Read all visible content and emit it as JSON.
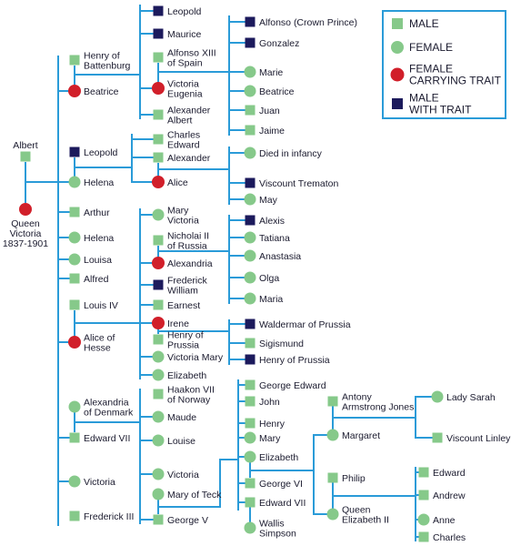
{
  "colors": {
    "line": "#2a9bd8",
    "male": "#86c98a",
    "female": "#86c98a",
    "female_trait": "#d11f2a",
    "male_trait": "#1c1a5c",
    "text": "#1a1a2e",
    "legend_border": "#2a9bd8"
  },
  "legend": [
    {
      "type": "male",
      "label_lines": [
        "MALE"
      ]
    },
    {
      "type": "female",
      "label_lines": [
        "FEMALE"
      ]
    },
    {
      "type": "female_trait",
      "label_lines": [
        "FEMALE",
        "CARRYING TRAIT"
      ]
    },
    {
      "type": "male_trait",
      "label_lines": [
        "MALE",
        "WITH TRAIT"
      ]
    }
  ],
  "people": [
    {
      "id": "albert",
      "type": "male",
      "label_lines": [
        "Albert"
      ],
      "label_pos": "above"
    },
    {
      "id": "victoria_q",
      "type": "female_trait",
      "label_lines": [
        "Queen",
        "Victoria",
        "1837-1901"
      ],
      "label_pos": "below"
    },
    {
      "id": "henry_batt",
      "type": "male",
      "label_lines": [
        "Henry of",
        "Battenburg"
      ]
    },
    {
      "id": "beatrice",
      "type": "female_trait",
      "label_lines": [
        "Beatrice"
      ]
    },
    {
      "id": "leopold_s",
      "type": "male_trait",
      "label_lines": [
        "Leopold"
      ]
    },
    {
      "id": "helena1",
      "type": "female",
      "label_lines": [
        "Helena"
      ]
    },
    {
      "id": "arthur",
      "type": "male",
      "label_lines": [
        "Arthur"
      ]
    },
    {
      "id": "helena2",
      "type": "female",
      "label_lines": [
        "Helena"
      ]
    },
    {
      "id": "louisa",
      "type": "female",
      "label_lines": [
        "Louisa"
      ]
    },
    {
      "id": "alfred",
      "type": "male",
      "label_lines": [
        "Alfred"
      ]
    },
    {
      "id": "louis4",
      "type": "male",
      "label_lines": [
        "Louis IV"
      ]
    },
    {
      "id": "alice_h",
      "type": "female_trait",
      "label_lines": [
        "Alice of",
        "Hesse"
      ]
    },
    {
      "id": "alexandria_d",
      "type": "female",
      "label_lines": [
        "Alexandria",
        "of Denmark"
      ]
    },
    {
      "id": "edward7",
      "type": "male",
      "label_lines": [
        "Edward VII"
      ]
    },
    {
      "id": "victoria_d",
      "type": "female",
      "label_lines": [
        "Victoria"
      ]
    },
    {
      "id": "frederick3",
      "type": "male",
      "label_lines": [
        "Frederick III"
      ]
    },
    {
      "id": "leopold_b",
      "type": "male_trait",
      "label_lines": [
        "Leopold"
      ]
    },
    {
      "id": "maurice",
      "type": "male_trait",
      "label_lines": [
        "Maurice"
      ]
    },
    {
      "id": "alfonso13",
      "type": "male",
      "label_lines": [
        "Alfonso XIII",
        "of Spain"
      ]
    },
    {
      "id": "victoria_e",
      "type": "female_trait",
      "label_lines": [
        "Victoria",
        "Eugenia"
      ]
    },
    {
      "id": "alexander_a",
      "type": "male",
      "label_lines": [
        "Alexander",
        "Albert"
      ]
    },
    {
      "id": "charles_e",
      "type": "male",
      "label_lines": [
        "Charles",
        "Edward"
      ]
    },
    {
      "id": "alexander_l",
      "type": "male",
      "label_lines": [
        "Alexander"
      ]
    },
    {
      "id": "alice_l",
      "type": "female_trait",
      "label_lines": [
        "Alice"
      ]
    },
    {
      "id": "mary_v",
      "type": "female",
      "label_lines": [
        "Mary",
        "Victoria"
      ]
    },
    {
      "id": "nicholai",
      "type": "male",
      "label_lines": [
        "Nicholai II",
        "of Russia"
      ]
    },
    {
      "id": "alexandria_r",
      "type": "female_trait",
      "label_lines": [
        "Alexandria"
      ]
    },
    {
      "id": "frederick_w",
      "type": "male_trait",
      "label_lines": [
        "Frederick",
        "William"
      ]
    },
    {
      "id": "earnest",
      "type": "male",
      "label_lines": [
        "Earnest"
      ]
    },
    {
      "id": "irene",
      "type": "female_trait",
      "label_lines": [
        "Irene"
      ]
    },
    {
      "id": "henry_p",
      "type": "male",
      "label_lines": [
        "Henry of",
        "Prussia"
      ]
    },
    {
      "id": "victoria_mary",
      "type": "female",
      "label_lines": [
        "Victoria Mary"
      ]
    },
    {
      "id": "elizabeth_h",
      "type": "female",
      "label_lines": [
        "Elizabeth"
      ]
    },
    {
      "id": "haakon",
      "type": "male",
      "label_lines": [
        "Haakon VII",
        "of Norway"
      ]
    },
    {
      "id": "maude",
      "type": "female",
      "label_lines": [
        "Maude"
      ]
    },
    {
      "id": "louise",
      "type": "female",
      "label_lines": [
        "Louise"
      ]
    },
    {
      "id": "victoria_w",
      "type": "female",
      "label_lines": [
        "Victoria"
      ]
    },
    {
      "id": "mary_teck",
      "type": "female",
      "label_lines": [
        "Mary of Teck"
      ]
    },
    {
      "id": "george5",
      "type": "male",
      "label_lines": [
        "George V"
      ]
    },
    {
      "id": "alfonso_cp",
      "type": "male_trait",
      "label_lines": [
        "Alfonso (Crown Prince)"
      ]
    },
    {
      "id": "gonzalez",
      "type": "male_trait",
      "label_lines": [
        "Gonzalez"
      ]
    },
    {
      "id": "marie",
      "type": "female",
      "label_lines": [
        "Marie"
      ]
    },
    {
      "id": "beatrice_s",
      "type": "female",
      "label_lines": [
        "Beatrice"
      ]
    },
    {
      "id": "juan",
      "type": "male",
      "label_lines": [
        "Juan"
      ]
    },
    {
      "id": "jaime",
      "type": "male",
      "label_lines": [
        "Jaime"
      ]
    },
    {
      "id": "died_infancy",
      "type": "female",
      "label_lines": [
        "Died in infancy"
      ]
    },
    {
      "id": "viscount_t",
      "type": "male_trait",
      "label_lines": [
        "Viscount Trematon"
      ]
    },
    {
      "id": "may",
      "type": "female",
      "label_lines": [
        "May"
      ]
    },
    {
      "id": "alexis",
      "type": "male_trait",
      "label_lines": [
        "Alexis"
      ]
    },
    {
      "id": "tatiana",
      "type": "female",
      "label_lines": [
        "Tatiana"
      ]
    },
    {
      "id": "anastasia",
      "type": "female",
      "label_lines": [
        "Anastasia"
      ]
    },
    {
      "id": "olga",
      "type": "female",
      "label_lines": [
        "Olga"
      ]
    },
    {
      "id": "maria",
      "type": "female",
      "label_lines": [
        "Maria"
      ]
    },
    {
      "id": "waldermar",
      "type": "male_trait",
      "label_lines": [
        "Waldermar of Prussia"
      ]
    },
    {
      "id": "sigismund",
      "type": "male",
      "label_lines": [
        "Sigismund"
      ]
    },
    {
      "id": "henry_pr",
      "type": "male_trait",
      "label_lines": [
        "Henry of Prussia"
      ]
    },
    {
      "id": "george_e",
      "type": "male",
      "label_lines": [
        "George Edward"
      ]
    },
    {
      "id": "john",
      "type": "male",
      "label_lines": [
        "John"
      ]
    },
    {
      "id": "henry_w",
      "type": "male",
      "label_lines": [
        "Henry"
      ]
    },
    {
      "id": "mary_w",
      "type": "female",
      "label_lines": [
        "Mary"
      ]
    },
    {
      "id": "elizabeth_w",
      "type": "female",
      "label_lines": [
        "Elizabeth"
      ]
    },
    {
      "id": "george6",
      "type": "male",
      "label_lines": [
        "George VI"
      ]
    },
    {
      "id": "edward7b",
      "type": "male",
      "label_lines": [
        "Edward VII"
      ]
    },
    {
      "id": "wallis",
      "type": "female",
      "label_lines": [
        "Wallis",
        "Simpson"
      ]
    },
    {
      "id": "antony",
      "type": "male",
      "label_lines": [
        "Antony",
        "Armstrong Jones"
      ]
    },
    {
      "id": "margaret",
      "type": "female",
      "label_lines": [
        "Margaret"
      ]
    },
    {
      "id": "philip",
      "type": "male",
      "label_lines": [
        "Philip"
      ]
    },
    {
      "id": "queen_e2",
      "type": "female",
      "label_lines": [
        "Queen",
        "Elizabeth II"
      ]
    },
    {
      "id": "lady_sarah",
      "type": "female",
      "label_lines": [
        "Lady Sarah"
      ]
    },
    {
      "id": "viscount_l",
      "type": "male",
      "label_lines": [
        "Viscount Linley"
      ]
    },
    {
      "id": "edward_c",
      "type": "male",
      "label_lines": [
        "Edward"
      ]
    },
    {
      "id": "andrew",
      "type": "male",
      "label_lines": [
        "Andrew"
      ]
    },
    {
      "id": "anne",
      "type": "female",
      "label_lines": [
        "Anne"
      ]
    },
    {
      "id": "charles",
      "type": "male",
      "label_lines": [
        "Charles"
      ]
    }
  ]
}
